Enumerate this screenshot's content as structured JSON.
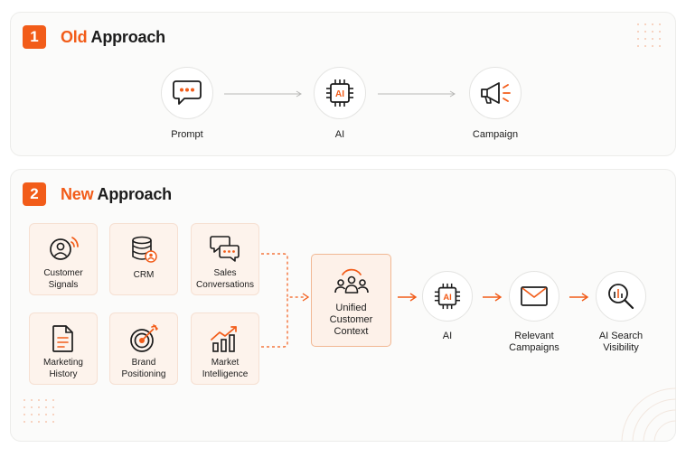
{
  "old_approach": {
    "number": "1",
    "title_accent": "Old",
    "title_rest": " Approach",
    "steps": [
      {
        "label": "Prompt",
        "icon": "chat-bubble-icon"
      },
      {
        "label": "AI",
        "icon": "ai-chip-icon",
        "chip_text": "AI"
      },
      {
        "label": "Campaign",
        "icon": "megaphone-icon"
      }
    ]
  },
  "new_approach": {
    "number": "2",
    "title_accent": "New",
    "title_rest": " Approach",
    "inputs": [
      {
        "label": "Customer\nSignals",
        "icon": "user-signal-icon"
      },
      {
        "label": "CRM",
        "icon": "database-icon"
      },
      {
        "label": "Sales\nConversations",
        "icon": "chat-bubbles-icon"
      },
      {
        "label": "Marketing\nHistory",
        "icon": "document-icon"
      },
      {
        "label": "Brand\nPositioning",
        "icon": "target-icon"
      },
      {
        "label": "Market\nIntelligence",
        "icon": "growth-chart-icon"
      }
    ],
    "hub": {
      "label": "Unified\nCustomer\nContext",
      "icon": "people-group-icon"
    },
    "outputs": [
      {
        "label": "AI",
        "icon": "ai-chip-icon",
        "chip_text": "AI"
      },
      {
        "label": "Relevant\nCampaigns",
        "icon": "envelope-icon"
      },
      {
        "label": "AI Search\nVisibility",
        "icon": "search-chart-icon"
      }
    ]
  },
  "colors": {
    "accent": "#f25c19",
    "panel": "#fbfbfa",
    "card": "#fdf3ec",
    "border": "#ececea"
  }
}
